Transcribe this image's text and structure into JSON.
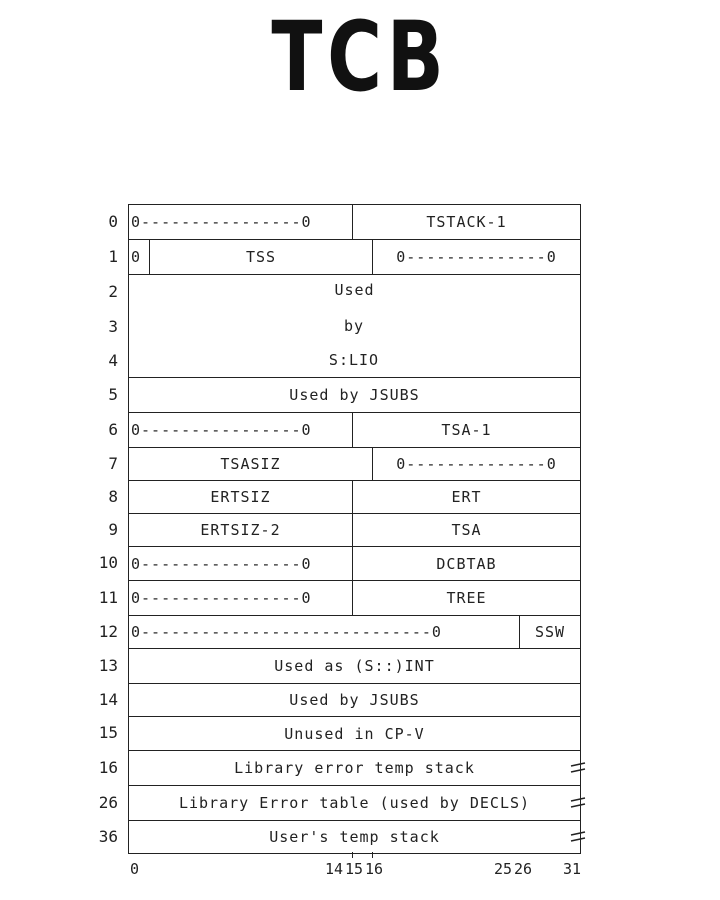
{
  "title": "TCB",
  "rows": [
    {
      "num": "0",
      "fields": [
        {
          "text": "0----------------0",
          "z": true,
          "from": 0,
          "to": 15
        },
        {
          "text": "TSTACK-1",
          "from": 16,
          "to": 31
        }
      ]
    },
    {
      "num": "1",
      "fields": [
        {
          "text": "0",
          "z": true,
          "from": 0,
          "to": 0
        },
        {
          "text": "TSS",
          "from": 1,
          "to": 16
        },
        {
          "text": "0--------------0",
          "from": 17,
          "to": 31
        }
      ]
    },
    {
      "num": "2",
      "fields": [
        {
          "text": "Used",
          "from": 0,
          "to": 31
        }
      ]
    },
    {
      "num": "3",
      "fields": [
        {
          "text": "by",
          "from": 0,
          "to": 31
        }
      ]
    },
    {
      "num": "4",
      "fields": [
        {
          "text": "S:LIO",
          "from": 0,
          "to": 31
        }
      ]
    },
    {
      "num": "5",
      "fields": [
        {
          "text": "Used by JSUBS",
          "from": 0,
          "to": 31
        }
      ]
    },
    {
      "num": "6",
      "fields": [
        {
          "text": "0----------------0",
          "z": true,
          "from": 0,
          "to": 15
        },
        {
          "text": "TSA-1",
          "from": 16,
          "to": 31
        }
      ]
    },
    {
      "num": "7",
      "fields": [
        {
          "text": "TSASIZ",
          "from": 0,
          "to": 16
        },
        {
          "text": "0--------------0",
          "from": 17,
          "to": 31
        }
      ]
    },
    {
      "num": "8",
      "fields": [
        {
          "text": "ERTSIZ",
          "from": 0,
          "to": 15
        },
        {
          "text": "ERT",
          "from": 16,
          "to": 31
        }
      ]
    },
    {
      "num": "9",
      "fields": [
        {
          "text": "ERTSIZ-2",
          "from": 0,
          "to": 15
        },
        {
          "text": "TSA",
          "from": 16,
          "to": 31
        }
      ]
    },
    {
      "num": "10",
      "fields": [
        {
          "text": "0----------------0",
          "z": true,
          "from": 0,
          "to": 15
        },
        {
          "text": "DCBTAB",
          "from": 16,
          "to": 31
        }
      ]
    },
    {
      "num": "11",
      "fields": [
        {
          "text": "0----------------0",
          "z": true,
          "from": 0,
          "to": 15
        },
        {
          "text": "TREE",
          "from": 16,
          "to": 31
        }
      ]
    },
    {
      "num": "12",
      "fields": [
        {
          "text": "0-----------------------------0",
          "z": true,
          "from": 0,
          "to": 27
        },
        {
          "text": "SSW",
          "from": 28,
          "to": 31
        }
      ]
    },
    {
      "num": "13",
      "fields": [
        {
          "text": "Used as (S::)INT",
          "from": 0,
          "to": 31
        }
      ]
    },
    {
      "num": "14",
      "fields": [
        {
          "text": "Used by JSUBS",
          "from": 0,
          "to": 31
        }
      ]
    },
    {
      "num": "15",
      "fields": [
        {
          "text": "Unused in CP-V",
          "from": 0,
          "to": 31
        }
      ]
    },
    {
      "num": "16",
      "fields": [
        {
          "text": "Library error temp stack",
          "from": 0,
          "to": 31
        }
      ],
      "broken": true
    },
    {
      "num": "26",
      "fields": [
        {
          "text": "Library Error table (used by DECLS)",
          "from": 0,
          "to": 31
        }
      ],
      "broken": true
    },
    {
      "num": "36",
      "fields": [
        {
          "text": "User's temp stack",
          "from": 0,
          "to": 31
        }
      ],
      "broken": true
    }
  ],
  "bit_labels": [
    {
      "text": "0",
      "bit": 0
    },
    {
      "text": "14",
      "bit": 14
    },
    {
      "text": "15",
      "bit": 15
    },
    {
      "text": "16",
      "bit": 16
    },
    {
      "text": "25",
      "bit": 25
    },
    {
      "text": "26",
      "bit": 26
    },
    {
      "text": "31",
      "bit": 31
    }
  ]
}
